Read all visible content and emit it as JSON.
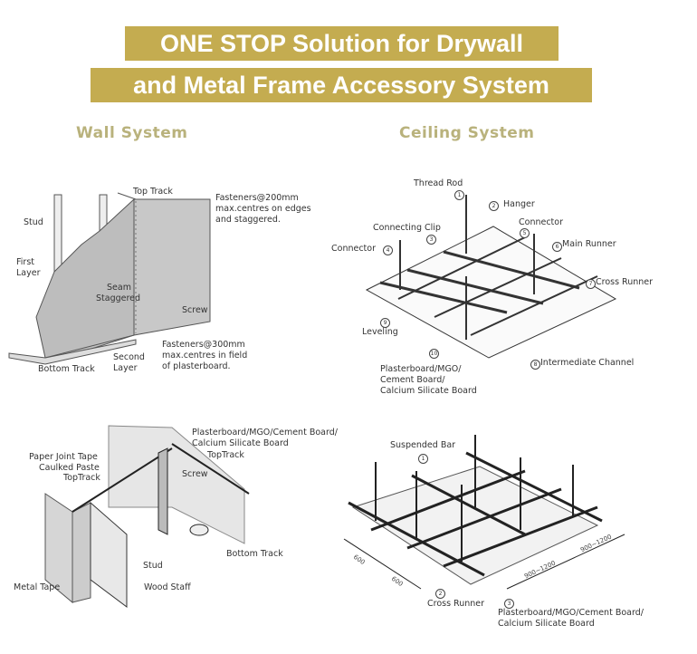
{
  "title": {
    "line1": "ONE STOP Solution for Drywall",
    "line2": "and Metal Frame Accessory System",
    "color": "#c4ac50"
  },
  "sections": {
    "wall": "Wall System",
    "ceiling": "Ceiling System"
  },
  "wall_diagram": {
    "stud": "Stud",
    "first_layer_1": "First",
    "first_layer_2": "Layer",
    "top_track": "Top Track",
    "fasteners200_1": "Fasteners@200mm",
    "fasteners200_2": "max.centres on edges",
    "fasteners200_3": "and staggered.",
    "seam_1": "Seam",
    "seam_2": "Staggered",
    "screw": "Screw",
    "fasteners300_1": "Fasteners@300mm",
    "fasteners300_2": "max.centres in field",
    "fasteners300_3": "of plasterboard.",
    "second_layer_1": "Second",
    "second_layer_2": "Layer",
    "bottom_track": "Bottom Track"
  },
  "ceiling_diagram": {
    "thread_rod": "Thread Rod",
    "hanger": "Hanger",
    "connecting_clip": "Connecting Clip",
    "connector_right": "Connector",
    "connector_left": "Connector",
    "main_runner": "Main Runner",
    "cross_runner": "Cross Runner",
    "leveling": "Leveling",
    "intermediate_channel": "Intermediate Channel",
    "board_1": "Plasterboard/MGO/",
    "board_2": "Cement Board/",
    "board_3": "Calcium Silicate Board",
    "numbers": [
      "1",
      "2",
      "3",
      "4",
      "5",
      "6",
      "7",
      "8",
      "9",
      "10"
    ]
  },
  "partition_diagram": {
    "board_1": "Plasterboard/MGO/Cement Board/",
    "board_2": "Calcium Silicate Board",
    "top_track_right": "TopTrack",
    "paper_joint_tape": "Paper Joint Tape",
    "caulked_paste": "Caulked Paste",
    "top_track_left": "TopTrack",
    "screw": "Screw",
    "bottom_track": "Bottom Track",
    "stud": "Stud",
    "metal_tape": "Metal Tape",
    "wood_staff": "Wood Staff"
  },
  "suspended_diagram": {
    "suspended_bar": "Suspended Bar",
    "cross_runner": "Cross Runner",
    "board_1": "Plasterboard/MGO/Cement Board/",
    "board_2": "Calcium Silicate Board",
    "dim_600_a": "600",
    "dim_600_b": "600",
    "dim_900_a": "900~1200",
    "dim_900_b": "900~1200",
    "numbers": [
      "1",
      "2",
      "3"
    ]
  }
}
